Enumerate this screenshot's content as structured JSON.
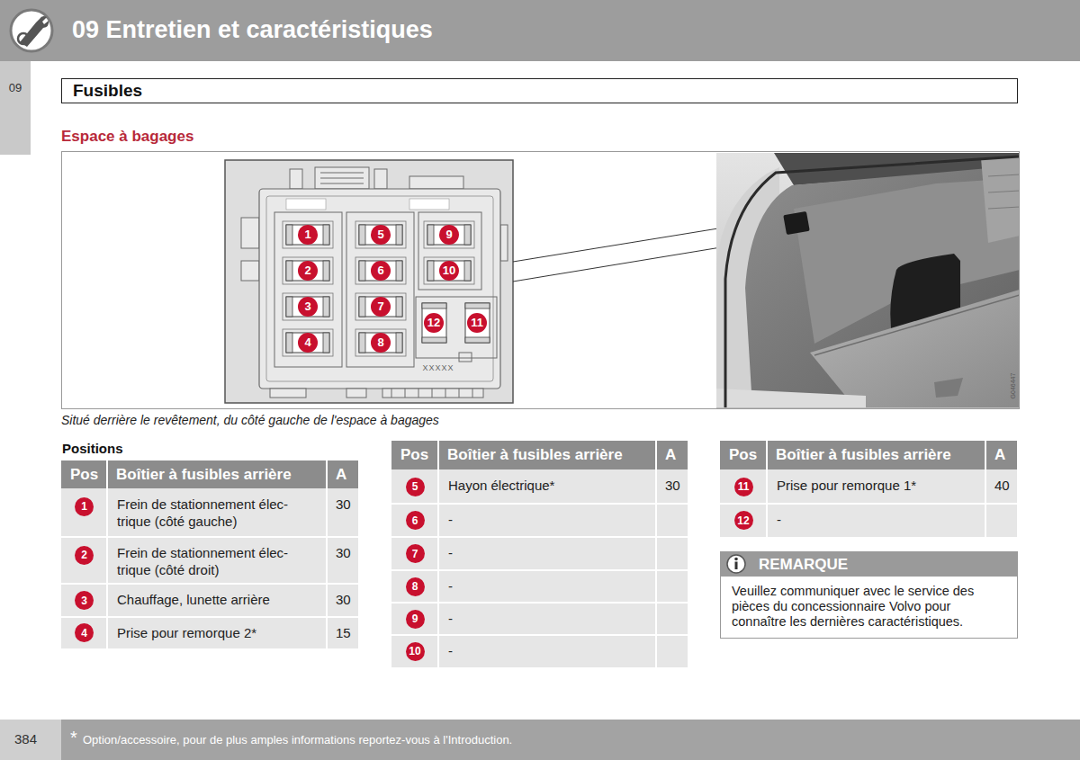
{
  "diagram": {
    "title": "09 Entretien et caractéristiques",
    "caption": "Situé derrière le revêtement, du côté gauche de l'espace à bagages",
    "nodes": [
      {
        "text": [
          "Fusibles"
        ]
      },
      {
        "text": [
          "REMARQUE",
          "Veuillez communiquer avec le service des pièces du concessionnaire Volvo pour connaître les dernières caractéristiques."
        ]
      }
    ],
    "labels": [
      "09",
      "Espace à bagages",
      "1",
      "2",
      "3",
      "4",
      "5",
      "6",
      "7",
      "8",
      "9",
      "10",
      "11",
      "12",
      "XXXXX",
      "G046447",
      "Positions",
      "Pos",
      "Boîtier à fusibles arrière",
      "A",
      "1",
      "Frein de stationnement élec- trique (côté gauche)",
      "30",
      "2",
      "Frein de stationnement élec- trique (côté droit)",
      "30",
      "3",
      "Chauffage, lunette arrière",
      "30",
      "4",
      "Prise pour remorque 2*",
      "15",
      "Pos",
      "Boîtier à fusibles arrière",
      "A",
      "5",
      "Hayon électrique*",
      "30",
      "6",
      "-",
      "7",
      "-",
      "8",
      "-",
      "9",
      "-",
      "10",
      "-",
      "Pos",
      "Boîtier à fusibles arrière",
      "A",
      "11",
      "Prise pour remorque 1*",
      "40",
      "12",
      "-",
      "384",
      "*",
      "Option/accessoire, pour de plus amples informations reportez-vous à l'Introduction."
    ]
  }
}
